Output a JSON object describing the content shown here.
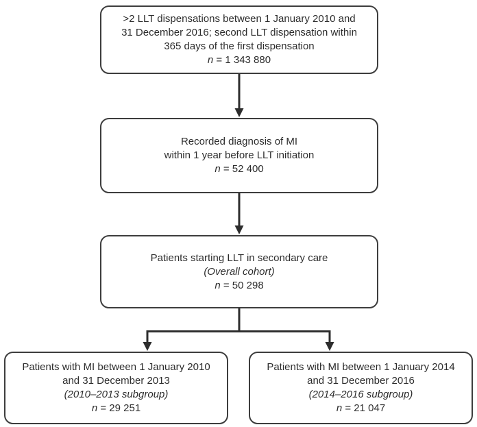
{
  "colors": {
    "ink": "#2d2d2d",
    "box_border": "#3d3d3d",
    "background": "#ffffff"
  },
  "flow": {
    "n_symbol": "n",
    "boxes": [
      {
        "label": "llt-dispensations",
        "text": ">2 LLT dispensations between 1 January 2010 and\n31 December 2016; second LLT dispensation within\n365 days of the first dispensation",
        "n_value": "= 1 343 880"
      },
      {
        "label": "mi-diagnosis",
        "text": "Recorded diagnosis of MI\nwithin 1 year before LLT initiation",
        "n_value": "= 52 400"
      },
      {
        "label": "overall-cohort",
        "text": "Patients starting LLT in secondary care",
        "subtitle": "(Overall cohort)",
        "n_value": "= 50 298"
      },
      {
        "label": "subgroup-2010-2013",
        "text": "Patients with MI between 1 January 2010\nand 31 December 2013",
        "subtitle": "(2010–2013 subgroup)",
        "n_value": "= 29 251"
      },
      {
        "label": "subgroup-2014-2016",
        "text": "Patients with MI between 1 January 2014\nand 31 December 2016",
        "subtitle": "(2014–2016 subgroup)",
        "n_value": "= 21 047"
      }
    ]
  }
}
